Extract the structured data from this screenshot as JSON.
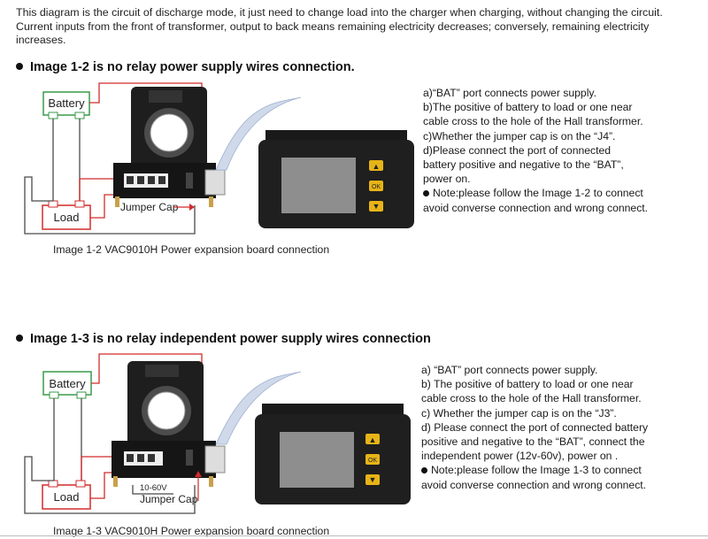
{
  "intro": {
    "text": "This diagram is the circuit of discharge mode, it just need to change load into the charger when charging, without changing the circuit. Current inputs from the front of transformer, output to back means remaining electricity decreases; conversely, remaining electricity increases."
  },
  "sections": [
    {
      "heading": "Image 1-2 is no relay power supply wires connection.",
      "caption": "Image 1-2 VAC9010H Power expansion board connection",
      "diagram": {
        "battery_label": "Battery",
        "load_label": "Load",
        "jumper_label": "Jumper Cap",
        "voltage_label": "",
        "minus": "−",
        "plus": "+"
      },
      "display_buttons": [
        "▲",
        "OK",
        "▼"
      ],
      "instructions": [
        "a)“BAT” port connects power supply.",
        "b)The positive of battery to load or one near",
        "cable cross to the hole of the Hall transformer.",
        "c)Whether the jumper cap is on the “J4”.",
        "d)Please connect the port of connected",
        "battery positive and negative to the “BAT”,",
        "power on."
      ],
      "note": [
        "Note:please follow the Image  1-2 to connect",
        "avoid converse connection and wrong connect."
      ]
    },
    {
      "heading": "Image 1-3 is no relay independent power supply wires connection",
      "caption": "Image 1-3 VAC9010H Power expansion board connection",
      "diagram": {
        "battery_label": "Battery",
        "load_label": "Load",
        "jumper_label": "Jumper Cap",
        "voltage_label": "10-60V",
        "minus": "−",
        "plus": "+"
      },
      "display_buttons": [
        "▲",
        "OK",
        "▼"
      ],
      "instructions": [
        "a) “BAT” port connects power supply.",
        "b) The positive of battery to load or one near",
        "cable cross to the hole of the Hall transformer.",
        "c) Whether the jumper cap is on the “J3”.",
        "d) Please connect the port of connected battery",
        "positive and negative to the “BAT”, connect the",
        "independent power (12v-60v), power on ."
      ],
      "note": [
        "Note:please follow the Image  1-3 to connect",
        "avoid converse connection and wrong connect."
      ]
    }
  ],
  "colors": {
    "wire_red": "#d22b2b",
    "wire_dark": "#4a4a4a",
    "box_green": "#3a9a4a",
    "box_red": "#d22b2b",
    "button_yellow": "#e7b417",
    "screen_gray": "#8e8e8e"
  }
}
